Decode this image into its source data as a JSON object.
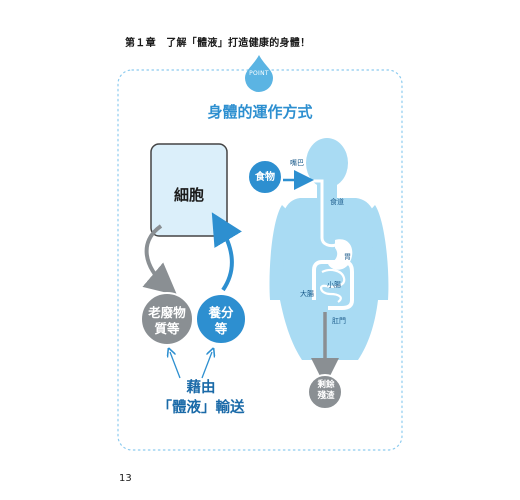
{
  "header": {
    "chapter_title": "第１章　了解「體液」打造健康的身體！"
  },
  "page_number": "13",
  "point_badge": "POINT",
  "title": "身體的運作方式",
  "cell": {
    "label": "細胞"
  },
  "waste": {
    "line1": "老廢物",
    "line2": "質等"
  },
  "nutrients": {
    "line1": "養分",
    "line2": "等"
  },
  "transport": {
    "line1": "藉由",
    "line2": "「體液」輸送"
  },
  "food": {
    "label": "食物"
  },
  "organs": {
    "mouth": "嘴巴",
    "esophagus": "食道",
    "stomach": "胃",
    "small_intestine": "小腸",
    "large_intestine": "大腸",
    "anus": "肛門"
  },
  "residue": {
    "line1": "剩餘",
    "line2": "殘渣"
  },
  "colors": {
    "accent_blue": "#2d8fd0",
    "light_blue_fill": "#8fd0ef",
    "body_blue": "#a9dbf3",
    "gray": "#8a8f93",
    "border_blue": "#7ec3e8"
  }
}
